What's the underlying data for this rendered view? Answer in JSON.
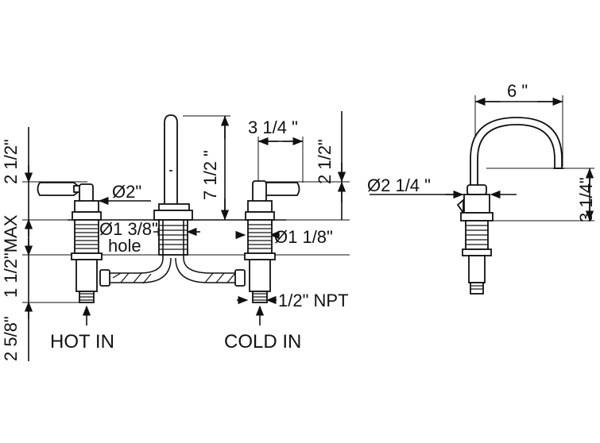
{
  "diagram": {
    "dimensions": {
      "spout_reach": "6 \"",
      "handle_spacing": "3 1/4 \"",
      "handle_height_right": "2 1/2\"",
      "handle_height_left": "2 1/2\"",
      "spout_height": "7 1/2 \"",
      "handle_diameter": "Ø2\"",
      "spout_base_diameter": "Ø2 1/4 \"",
      "side_height": "3 1/4\"",
      "max_deck": "1 1/2\"MAX",
      "hole_diameter_line1": "Ø1 3/8\"",
      "hole_diameter_line2": "hole",
      "valve_diameter": "Ø1 1/8\"",
      "npt": "1/2\" NPT",
      "bottom_height": "2 5/8\""
    },
    "labels": {
      "hot_in": "HOT IN",
      "cold_in": "COLD IN"
    }
  }
}
